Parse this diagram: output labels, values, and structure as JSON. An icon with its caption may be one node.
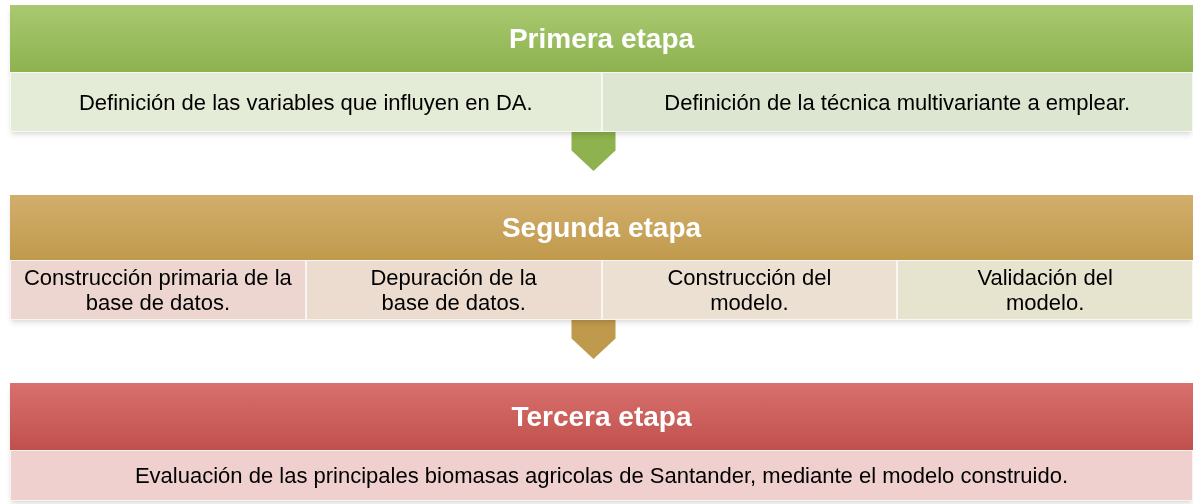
{
  "diagram": {
    "nodes": [
      {
        "text": [
          "Primera etapa"
        ]
      },
      {
        "text": [
          "Definición de las variables que influyen en DA."
        ],
        "in": 0
      },
      {
        "text": [
          "Definición de la técnica multivariante a emplear."
        ],
        "in": 0
      },
      {
        "text": [
          "Segunda etapa"
        ]
      },
      {
        "text": [
          "Construcción primaria de la base de datos."
        ],
        "in": 3
      },
      {
        "text": [
          "Depuración de la base de datos."
        ],
        "in": 3
      },
      {
        "text": [
          "Construcción del modelo."
        ],
        "in": 3
      },
      {
        "text": [
          "Validación del modelo."
        ],
        "in": 3
      },
      {
        "text": [
          "Tercera etapa"
        ]
      },
      {
        "text": [
          "Evaluación de las principales biomasas agricolas de Santander, mediante el modelo construido."
        ],
        "in": 8
      }
    ],
    "edges": [
      {
        "from": 0,
        "to": 3,
        "arrow": "to",
        "color": "#8db24e"
      },
      {
        "from": 3,
        "to": 8,
        "arrow": "to",
        "color": "#c09a4c"
      }
    ]
  }
}
